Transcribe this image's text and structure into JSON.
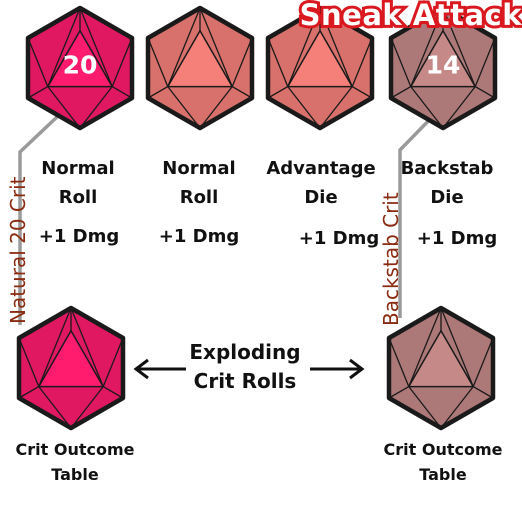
{
  "title": "Sneak Attack",
  "dice": [
    {
      "value": "20",
      "label_line1": "Normal",
      "label_line2": "Roll",
      "damage": "+1 Dmg",
      "color": "#ff1b6e"
    },
    {
      "value": "",
      "label_line1": "Normal",
      "label_line2": "Roll",
      "damage": "+1 Dmg",
      "color": "#f5807a"
    },
    {
      "value": "",
      "label_line1": "Advantage",
      "label_line2": "Die",
      "damage": "+1 Dmg",
      "color": "#f5807a"
    },
    {
      "value": "14",
      "label_line1": "Backstab",
      "label_line2": "Die",
      "damage": "+1 Dmg",
      "color": "#c58a88"
    }
  ],
  "crit_dice": [
    {
      "label_line1": "Crit Outcome",
      "label_line2": "Table",
      "color": "#ff1b6e"
    },
    {
      "label_line1": "Crit Outcome",
      "label_line2": "Table",
      "color": "#c58a88"
    }
  ],
  "connectors": {
    "left": "Natural 20 Crit",
    "right": "Backstab Crit"
  },
  "exploding": {
    "line1": "Exploding",
    "line2": "Crit Rolls"
  },
  "colors": {
    "outline": "#1a1a1a",
    "title_stroke": "#d9181f",
    "connector_text": "#8a2a10"
  }
}
